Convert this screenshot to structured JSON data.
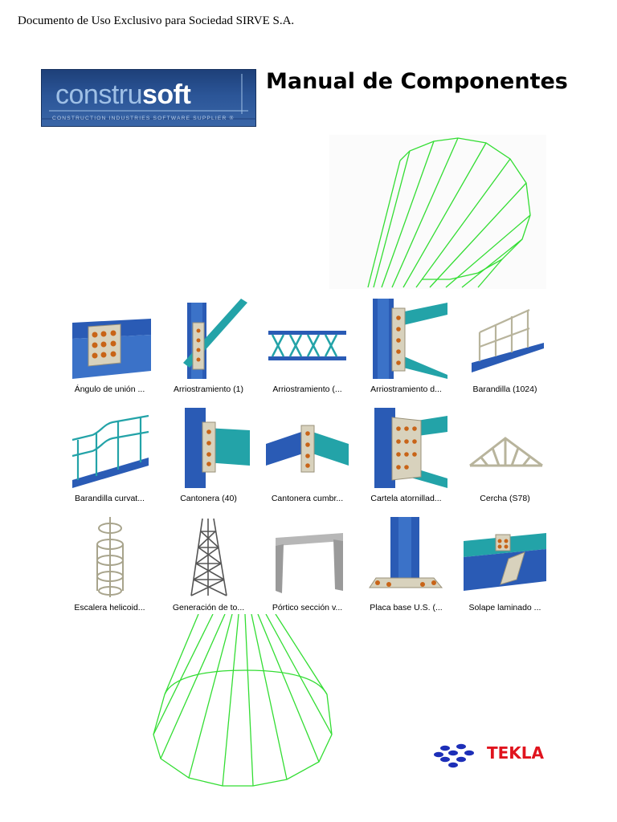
{
  "header": {
    "note": "Documento de Uso Exclusivo para Sociedad SIRVE S.A."
  },
  "logo": {
    "word_light": "constru",
    "word_bold": "soft",
    "tagline": "CONSTRUCTION INDUSTRIES SOFTWARE SUPPLIER ®"
  },
  "title": "Manual de Componentes",
  "components": [
    {
      "label": "Ángulo de unión ..."
    },
    {
      "label": "Arriostramiento (1)"
    },
    {
      "label": "Arriostramiento (..."
    },
    {
      "label": "Arriostramiento d..."
    },
    {
      "label": "Barandilla (1024)"
    },
    {
      "label": "Barandilla curvat..."
    },
    {
      "label": "Cantonera (40)"
    },
    {
      "label": "Cantonera cumbr..."
    },
    {
      "label": "Cartela atornillad..."
    },
    {
      "label": "Cercha (S78)"
    },
    {
      "label": "Escalera helicoid..."
    },
    {
      "label": "Generación de to..."
    },
    {
      "label": "Pórtico sección v..."
    },
    {
      "label": "Placa base U.S. (..."
    },
    {
      "label": "Solape laminado ..."
    }
  ],
  "brand": {
    "name": "TEKLA",
    "color": "#e0141e",
    "dots_color": "#1d2fb8"
  },
  "colors": {
    "wireframe": "#33dd33",
    "steel_blue": "#2a5bb5",
    "steel_teal": "#23a3a8",
    "plate": "#d8d2bd"
  }
}
